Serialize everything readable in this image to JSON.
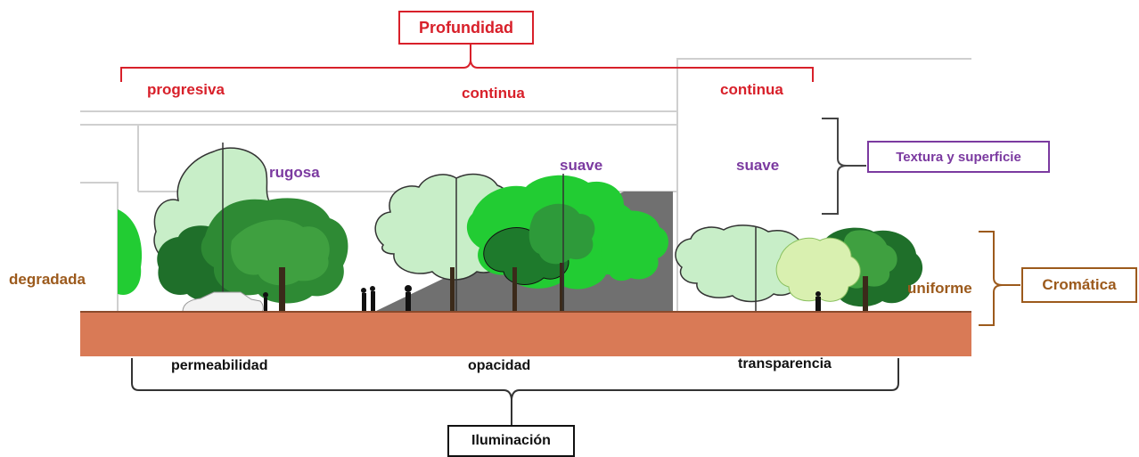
{
  "diagram": {
    "depth": {
      "title": "Profundidad",
      "labels": [
        "progresiva",
        "continua",
        "continua"
      ],
      "color": "#d8202a"
    },
    "texture": {
      "title": "Textura y superficie",
      "labels": [
        "rugosa",
        "suave",
        "suave"
      ],
      "color": "#7b3aa0"
    },
    "chromatic": {
      "title": "Cromática",
      "labels": [
        "degradada",
        "uniforme"
      ],
      "color": "#9c5a1c"
    },
    "lighting": {
      "title": "Iluminación",
      "labels": [
        "permeabilidad",
        "opacidad",
        "transparencia"
      ],
      "color": "#111111"
    }
  },
  "colors": {
    "ground": "#d97a56",
    "light_foliage": "#c8eec8",
    "medium_foliage": "#44b244",
    "dark_foliage": "#1f6f2a",
    "bright_foliage": "#22cc33",
    "gray_building": "#707070"
  }
}
